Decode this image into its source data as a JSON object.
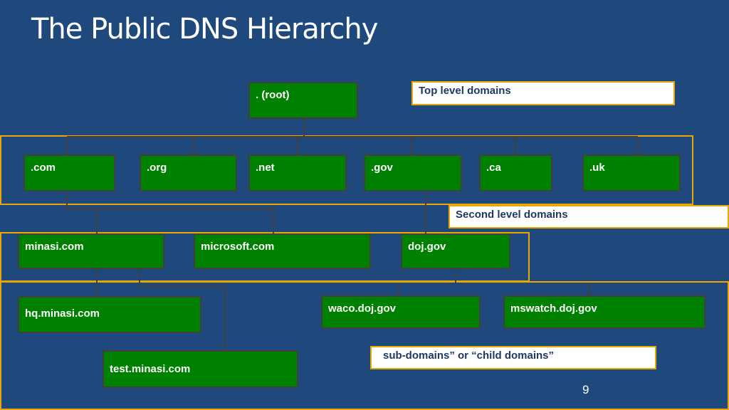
{
  "slide": {
    "title": "The Public DNS Hierarchy",
    "page_number": "9"
  },
  "nodes": {
    "root": ". (root)",
    "com": ".com",
    "org": ".org",
    "net": ".net",
    "gov": ".gov",
    "ca": ".ca",
    "uk": ".uk",
    "minasi_com": "minasi.com",
    "microsoft_com": "microsoft.com",
    "doj_gov": "doj.gov",
    "hq_minasi_com": "hq.minasi.com",
    "test_minasi_com": "test.minasi.com",
    "waco_doj_gov": "waco.doj.gov",
    "mswatch_doj_gov": "mswatch.doj.gov"
  },
  "labels": {
    "top_level": "Top level domains",
    "second_level": "Second level domains",
    "sub_domains": "sub-domains” or “child domains”"
  },
  "colors": {
    "background": "#1F497D",
    "node_fill": "#008000",
    "band_border": "#E8A800",
    "label_fill": "#FFFFFF"
  }
}
